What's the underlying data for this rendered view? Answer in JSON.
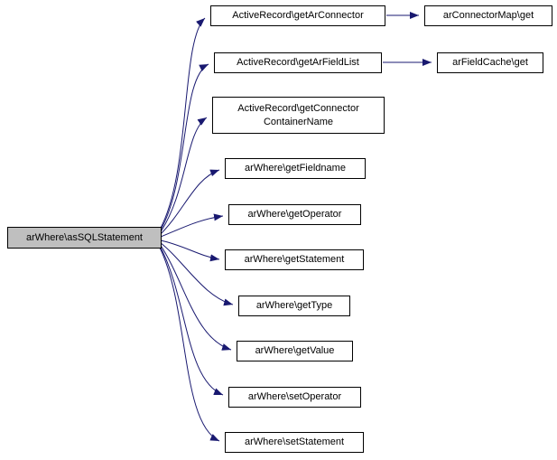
{
  "diagram": {
    "type": "call-graph",
    "colors": {
      "edge": "#191970",
      "node_border": "#000000",
      "node_fill": "#ffffff",
      "main_node_fill": "#bfbfbf",
      "background": "#ffffff"
    }
  },
  "nodes": {
    "main": {
      "label": "arWhere\\asSQLStatement"
    },
    "callees": [
      {
        "label": "ActiveRecord\\getArConnector"
      },
      {
        "label": "ActiveRecord\\getArFieldList"
      },
      {
        "label": "ActiveRecord\\getConnector\nContainerName"
      },
      {
        "label": "arWhere\\getFieldname"
      },
      {
        "label": "arWhere\\getOperator"
      },
      {
        "label": "arWhere\\getStatement"
      },
      {
        "label": "arWhere\\getType"
      },
      {
        "label": "arWhere\\getValue"
      },
      {
        "label": "arWhere\\setOperator"
      },
      {
        "label": "arWhere\\setStatement"
      }
    ],
    "secondary": [
      {
        "label": "arConnectorMap\\get"
      },
      {
        "label": "arFieldCache\\get"
      }
    ]
  }
}
